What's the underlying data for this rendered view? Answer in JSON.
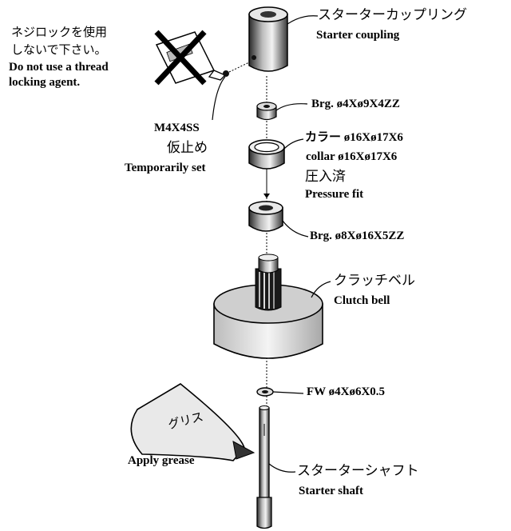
{
  "labels": {
    "starter_coupling_jp": "スターターカップリング",
    "starter_coupling_en": "Starter coupling",
    "no_lock_jp_1": "ネジロックを使用",
    "no_lock_jp_2": "しないで下さい。",
    "no_lock_en_1": "Do not use a thread",
    "no_lock_en_2": "locking agent.",
    "screw": "M4X4SS",
    "temp_jp": "仮止め",
    "temp_en": "Temporarily set",
    "brg_small": "Brg. ø4Xø9X4ZZ",
    "collar_jp": "カラー ø16Xø17X6",
    "collar_en": "collar ø16Xø17X6",
    "press_jp": "圧入済",
    "press_en": "Pressure fit",
    "brg_large": "Brg. ø8Xø16X5ZZ",
    "clutch_jp": "クラッチベル",
    "clutch_en": "Clutch bell",
    "washer": "FW ø4Xø6X0.5",
    "grease_jp": "グリス",
    "grease_en": "Apply grease",
    "shaft_jp": "スターターシャフト",
    "shaft_en": "Starter shaft"
  },
  "colors": {
    "ink": "#000000",
    "paper": "#ffffff",
    "shade": "#9a9a9a"
  }
}
